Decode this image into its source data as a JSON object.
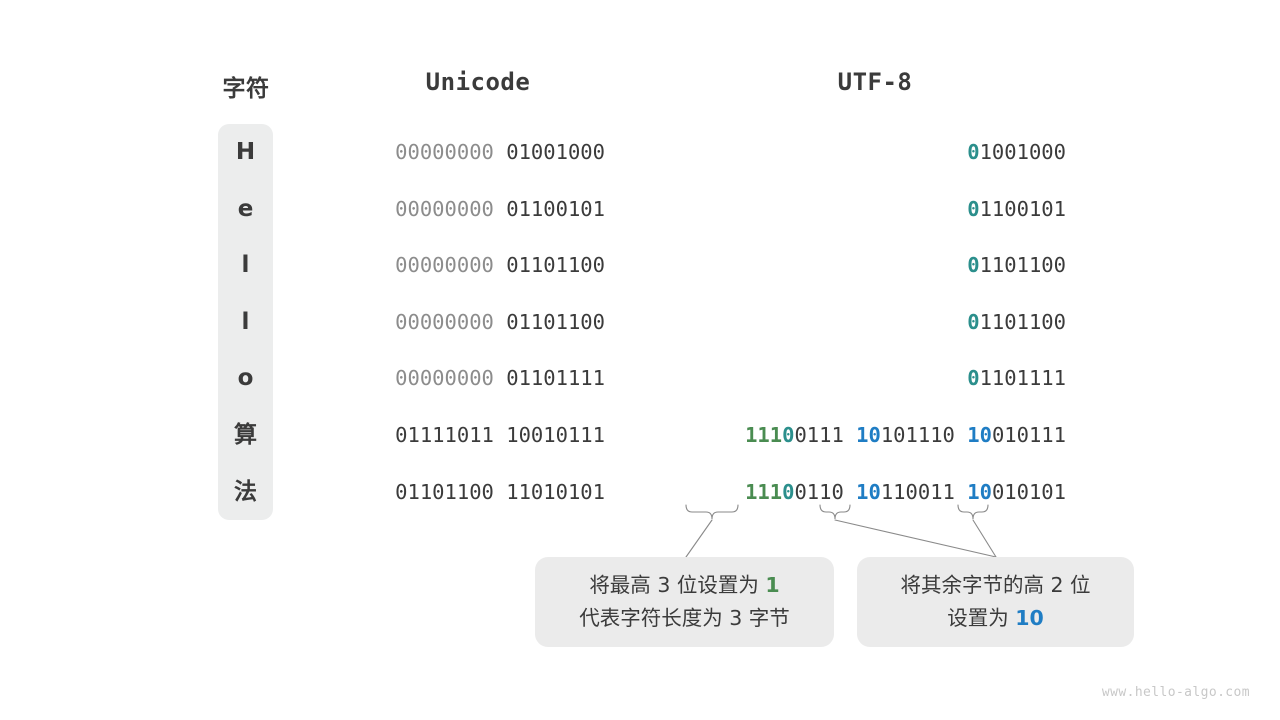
{
  "headers": {
    "char": "字符",
    "unicode": "Unicode",
    "utf8": "UTF-8"
  },
  "rows": [
    {
      "char": "H",
      "unicode_bytes": [
        {
          "text": "00000000",
          "style": "dim"
        },
        {
          "text": "01001000",
          "style": "dark"
        }
      ],
      "utf8_parts": [
        {
          "text": "0",
          "style": "teal"
        },
        {
          "text": "1001000",
          "style": "dark"
        }
      ]
    },
    {
      "char": "e",
      "unicode_bytes": [
        {
          "text": "00000000",
          "style": "dim"
        },
        {
          "text": "01100101",
          "style": "dark"
        }
      ],
      "utf8_parts": [
        {
          "text": "0",
          "style": "teal"
        },
        {
          "text": "1100101",
          "style": "dark"
        }
      ]
    },
    {
      "char": "l",
      "unicode_bytes": [
        {
          "text": "00000000",
          "style": "dim"
        },
        {
          "text": "01101100",
          "style": "dark"
        }
      ],
      "utf8_parts": [
        {
          "text": "0",
          "style": "teal"
        },
        {
          "text": "1101100",
          "style": "dark"
        }
      ]
    },
    {
      "char": "l",
      "unicode_bytes": [
        {
          "text": "00000000",
          "style": "dim"
        },
        {
          "text": "01101100",
          "style": "dark"
        }
      ],
      "utf8_parts": [
        {
          "text": "0",
          "style": "teal"
        },
        {
          "text": "1101100",
          "style": "dark"
        }
      ]
    },
    {
      "char": "o",
      "unicode_bytes": [
        {
          "text": "00000000",
          "style": "dim"
        },
        {
          "text": "01101111",
          "style": "dark"
        }
      ],
      "utf8_parts": [
        {
          "text": "0",
          "style": "teal"
        },
        {
          "text": "1101111",
          "style": "dark"
        }
      ]
    },
    {
      "char": "算",
      "unicode_bytes": [
        {
          "text": "01111011",
          "style": "dark"
        },
        {
          "text": "10010111",
          "style": "dark"
        }
      ],
      "utf8_parts": [
        {
          "text": "111",
          "style": "green"
        },
        {
          "text": "0",
          "style": "teal"
        },
        {
          "text": "0111 ",
          "style": "dark"
        },
        {
          "text": "10",
          "style": "blue"
        },
        {
          "text": "101110 ",
          "style": "dark"
        },
        {
          "text": "10",
          "style": "blue"
        },
        {
          "text": "010111",
          "style": "dark"
        }
      ]
    },
    {
      "char": "法",
      "unicode_bytes": [
        {
          "text": "01101100",
          "style": "dark"
        },
        {
          "text": "11010101",
          "style": "dark"
        }
      ],
      "utf8_parts": [
        {
          "text": "111",
          "style": "green"
        },
        {
          "text": "0",
          "style": "teal"
        },
        {
          "text": "0110 ",
          "style": "dark"
        },
        {
          "text": "10",
          "style": "blue"
        },
        {
          "text": "110011 ",
          "style": "dark"
        },
        {
          "text": "10",
          "style": "blue"
        },
        {
          "text": "010101",
          "style": "dark"
        }
      ]
    }
  ],
  "notes": {
    "left": {
      "line1_a": "将最高 3 位设置为 ",
      "line1_b": "1",
      "line1_b_color": "#4a8c51",
      "line2": "代表字符长度为 3 字节"
    },
    "right": {
      "line1": "将其余字节的高 2 位",
      "line2_a": "设置为 ",
      "line2_b": "10",
      "line2_b_color": "#1f7dc4"
    }
  },
  "watermark": "www.hello-algo.com",
  "colors": {
    "green": "#4a8c51",
    "teal": "#2b8f8c",
    "blue": "#1f7dc4",
    "dark": "#3b3b3b",
    "dim": "#8c8c8c",
    "panel": "#eceded",
    "note_bg": "#ebebeb"
  }
}
